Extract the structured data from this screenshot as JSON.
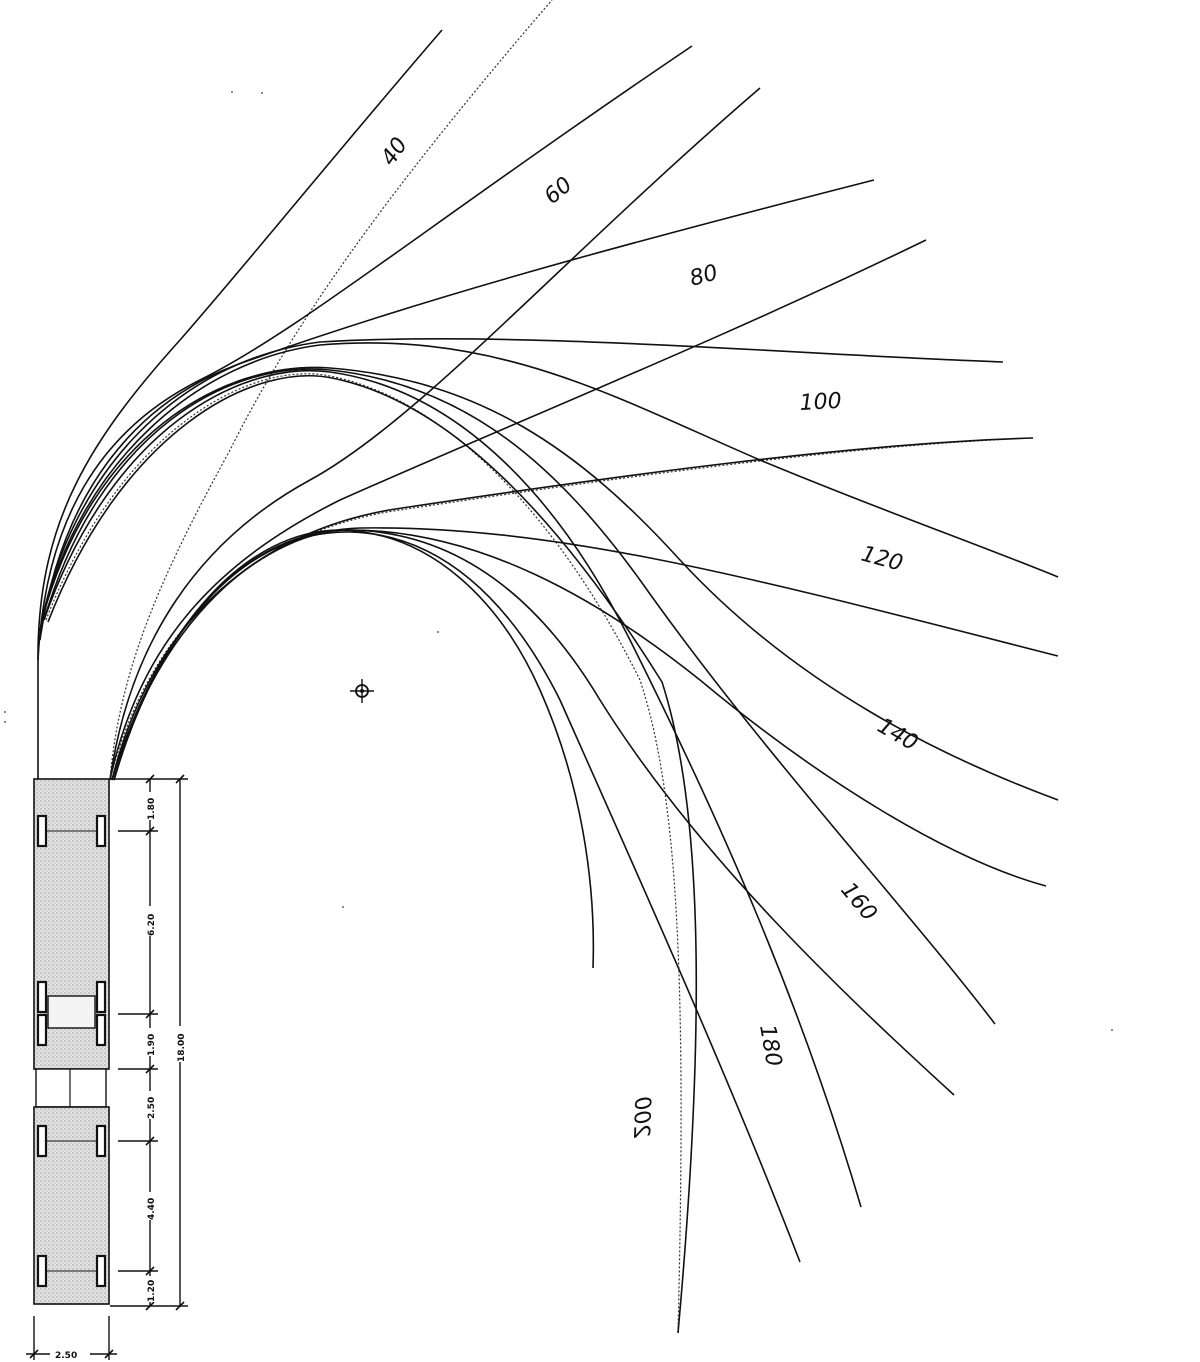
{
  "diagram": {
    "angles": [
      {
        "id": "40",
        "text": "40"
      },
      {
        "id": "60",
        "text": "60"
      },
      {
        "id": "80",
        "text": "80"
      },
      {
        "id": "100",
        "text": "100"
      },
      {
        "id": "120",
        "text": "120"
      },
      {
        "id": "140",
        "text": "140"
      },
      {
        "id": "160",
        "text": "160"
      },
      {
        "id": "180",
        "text": "180"
      },
      {
        "id": "200",
        "text": "200"
      }
    ],
    "dimensions": {
      "front_overhang": "1.80",
      "wheelbase_front": "6.20",
      "axle_gap": "1.90",
      "articulation": "2.50",
      "wheelbase_rear": "4.40",
      "rear_overhang": "1.20",
      "total_length": "18.00",
      "width": "2.50"
    },
    "colors": {
      "ink": "#111111",
      "vehicle_fill": "#d4d4d4"
    }
  }
}
